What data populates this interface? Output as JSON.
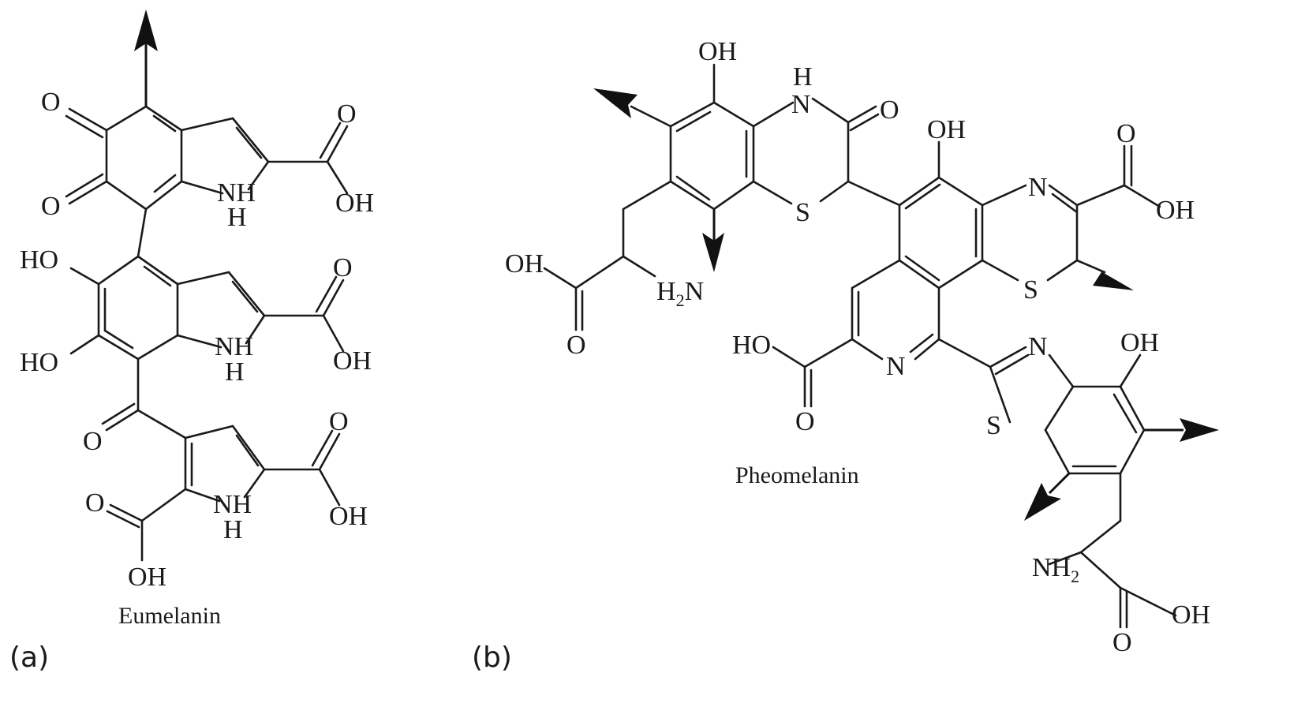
{
  "panels": [
    {
      "label": "(a)",
      "name": "Eumelanin"
    },
    {
      "label": "(b)",
      "name": "Pheomelanin"
    }
  ],
  "atoms": {
    "O": "O",
    "OH": "OH",
    "HO": "HO",
    "N": "N",
    "NH": "NH",
    "H": "H",
    "S": "S",
    "H2N": "H2N",
    "NH2": "NH2"
  },
  "colors": {
    "ink": "#1a1a1a",
    "background": "#ffffff"
  }
}
